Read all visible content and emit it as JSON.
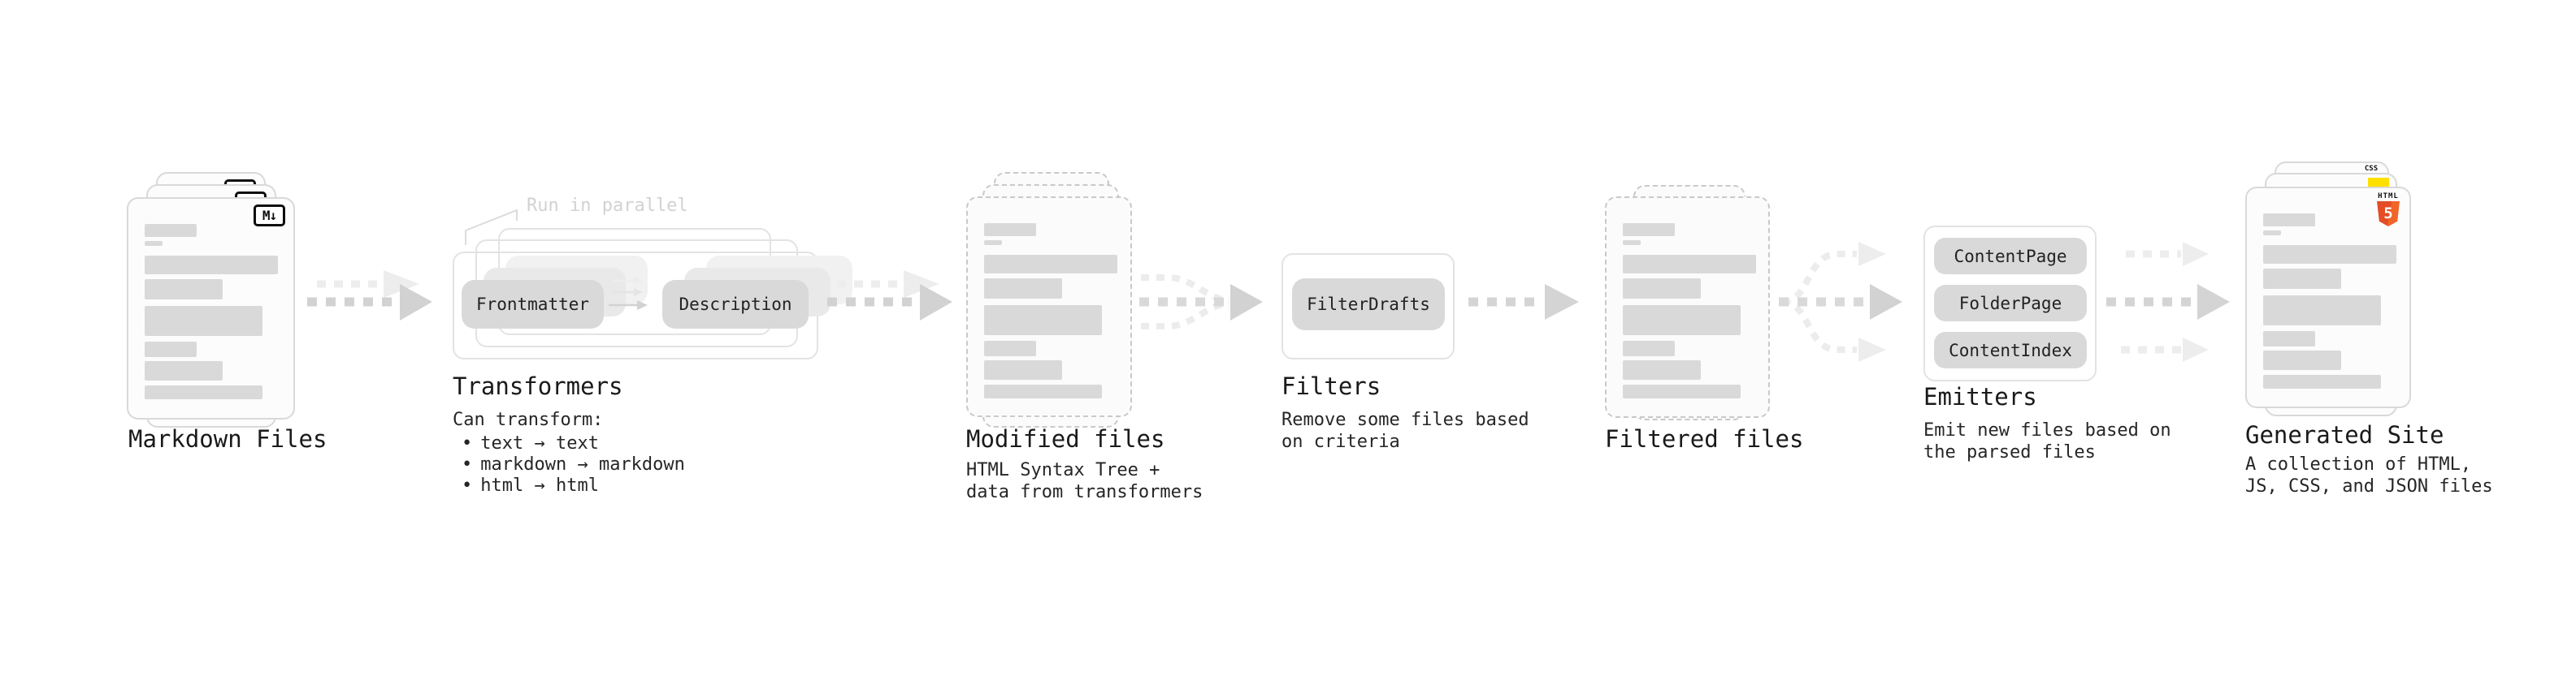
{
  "diagram": {
    "markdown_files": {
      "label": "Markdown Files",
      "badge": "M↓"
    },
    "transformers": {
      "label": "Transformers",
      "annotation": "Run in parallel",
      "pill_frontmatter": "Frontmatter",
      "pill_description": "Description",
      "caption_title": "Can transform:",
      "bullet_char": "•",
      "bullets": [
        "text → text",
        "markdown → markdown",
        "html → html"
      ]
    },
    "modified_files": {
      "label": "Modified files",
      "caption_lines": [
        "HTML Syntax Tree +",
        "data from transformers"
      ]
    },
    "filters": {
      "label": "Filters",
      "pill": "FilterDrafts",
      "caption_lines": [
        "Remove some files based",
        "on criteria"
      ]
    },
    "filtered_files": {
      "label": "Filtered files"
    },
    "emitters": {
      "label": "Emitters",
      "pills": [
        "ContentPage",
        "FolderPage",
        "ContentIndex"
      ],
      "caption_lines": [
        "Emit new files based on",
        "the parsed files"
      ]
    },
    "generated_site": {
      "label": "Generated Site",
      "caption_lines": [
        "A collection of HTML,",
        "JS, CSS, and JSON files"
      ],
      "css_badge": "CSS",
      "html_badge_title": "HTML",
      "html_badge_number": "5"
    }
  },
  "colors": {
    "text": "#1a1a1a",
    "muted_annotation": "#d2d2d2",
    "card_border": "#d9d9d9",
    "dashed_border": "#c9c9c9",
    "skeleton": "#d9d9d9",
    "pill_bg": "#d9d9d9",
    "arrow": "#d2d2d2",
    "arrow_light": "#ededed",
    "html5_orange": "#e44d26",
    "js_yellow": "#ffe000",
    "css_blue": "#2f6bf2"
  }
}
